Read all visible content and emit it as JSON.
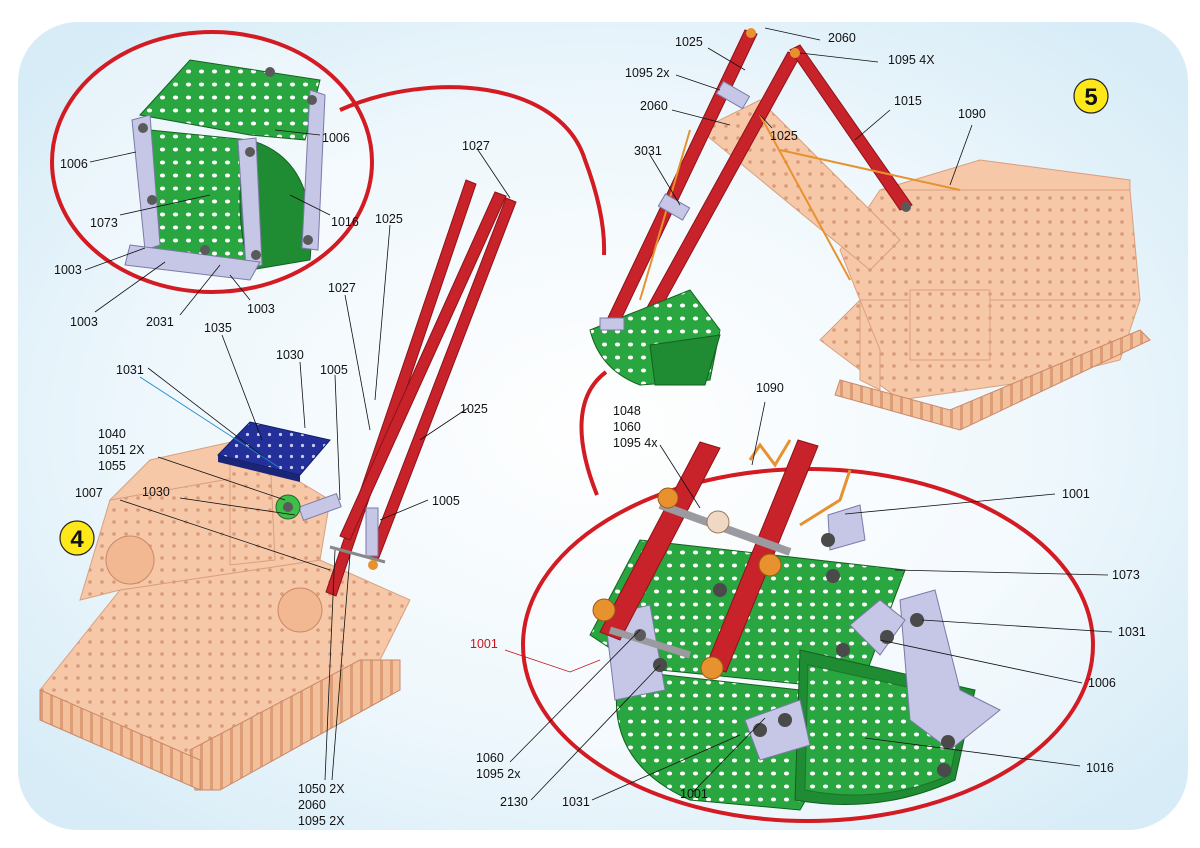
{
  "colors": {
    "background": "#eaf5fb",
    "callout": "#d21b22",
    "beam": "#c8232b",
    "bucket": "#2aa640",
    "plate": "#23309a",
    "frame": "#f7c8a8",
    "bracket": "#c6c6e6",
    "bolt": "#5a5a5a",
    "washer": "#e7922e",
    "badge": "#ffe81a"
  },
  "steps": [
    {
      "number": "4"
    },
    {
      "number": "5"
    }
  ],
  "labels": {
    "tl": [
      "1006",
      "1006",
      "1073",
      "1016",
      "1003",
      "1003",
      "2031",
      "1003"
    ],
    "mid": [
      "1027",
      "1025",
      "1027",
      "1035",
      "1030",
      "1031",
      "1005",
      "1025",
      "1040",
      "1051 2X",
      "1055",
      "1007",
      "1030",
      "1005",
      "1050 2X",
      "2060",
      "1095 2X"
    ],
    "tr": [
      "1025",
      "2060",
      "1095 4X",
      "1095 2x",
      "2060",
      "1015",
      "1090",
      "1025",
      "3031"
    ],
    "br": [
      "1048",
      "1060",
      "1095 4x",
      "1090",
      "1001",
      "1073",
      "1001",
      "1031",
      "1006",
      "1016",
      "1060",
      "1095 2x",
      "2130",
      "1031",
      "1001"
    ]
  }
}
